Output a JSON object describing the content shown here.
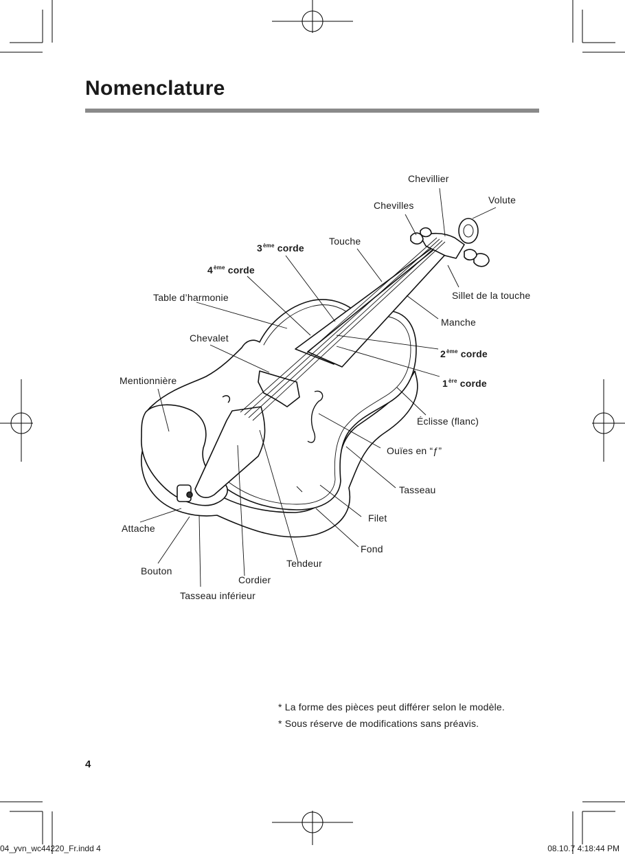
{
  "title": "Nomenclature",
  "labels": {
    "chevillier": "Chevillier",
    "volute": "Volute",
    "chevilles": "Chevilles",
    "touche": "Touche",
    "corde3_num": "3",
    "corde3_sup": "ème",
    "corde3_word": "corde",
    "corde4_num": "4",
    "corde4_sup": "ème",
    "corde4_word": "corde",
    "table": "Table d’harmonie",
    "sillet": "Sillet de la touche",
    "manche": "Manche",
    "chevalet": "Chevalet",
    "corde2_num": "2",
    "corde2_sup": "ème",
    "corde2_word": "corde",
    "mentionniere": "Mentionnière",
    "corde1_num": "1",
    "corde1_sup": "ère",
    "corde1_word": "corde",
    "eclisse": "Éclisse (flanc)",
    "ouies": "Ouïes en “ƒ”",
    "tasseau": "Tasseau",
    "attache": "Attache",
    "filet": "Filet",
    "fond": "Fond",
    "tendeur": "Tendeur",
    "bouton": "Bouton",
    "cordier": "Cordier",
    "tasseau_inf": "Tasseau inférieur"
  },
  "notes": [
    "* La forme des pièces peut différer selon le modèle.",
    "* Sous réserve de modifications sans préavis."
  ],
  "page_number": "4",
  "slug_left": "04_yvn_wc44220_Fr.indd   4",
  "slug_right": "08.10.7   4:18:44 PM"
}
